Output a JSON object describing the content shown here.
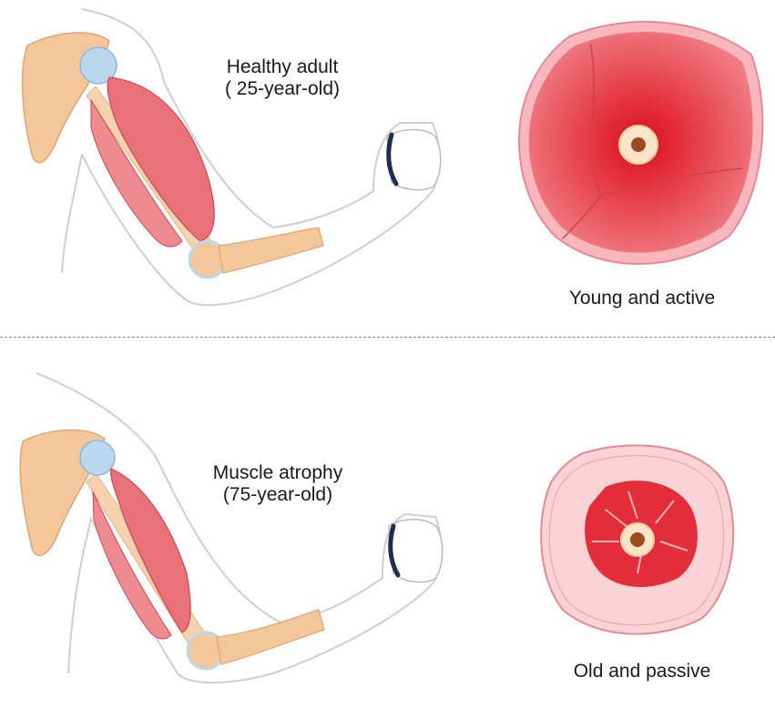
{
  "top": {
    "arm_label_line1": "Healthy adult",
    "arm_label_line2": "( 25-year-old)",
    "section_caption": "Young and active"
  },
  "bottom": {
    "arm_label_line1": "Muscle atrophy",
    "arm_label_line2": "(75-year-old)",
    "section_caption": "Old and passive"
  },
  "colors": {
    "muscle": "#e9727a",
    "muscle_dark": "#d9434f",
    "bone": "#f4c79a",
    "joint": "#b9d8ee",
    "fat": "#f9d3d6",
    "cross_section_center": "#e0101f",
    "knuckle_outline": "#1b2f52"
  }
}
